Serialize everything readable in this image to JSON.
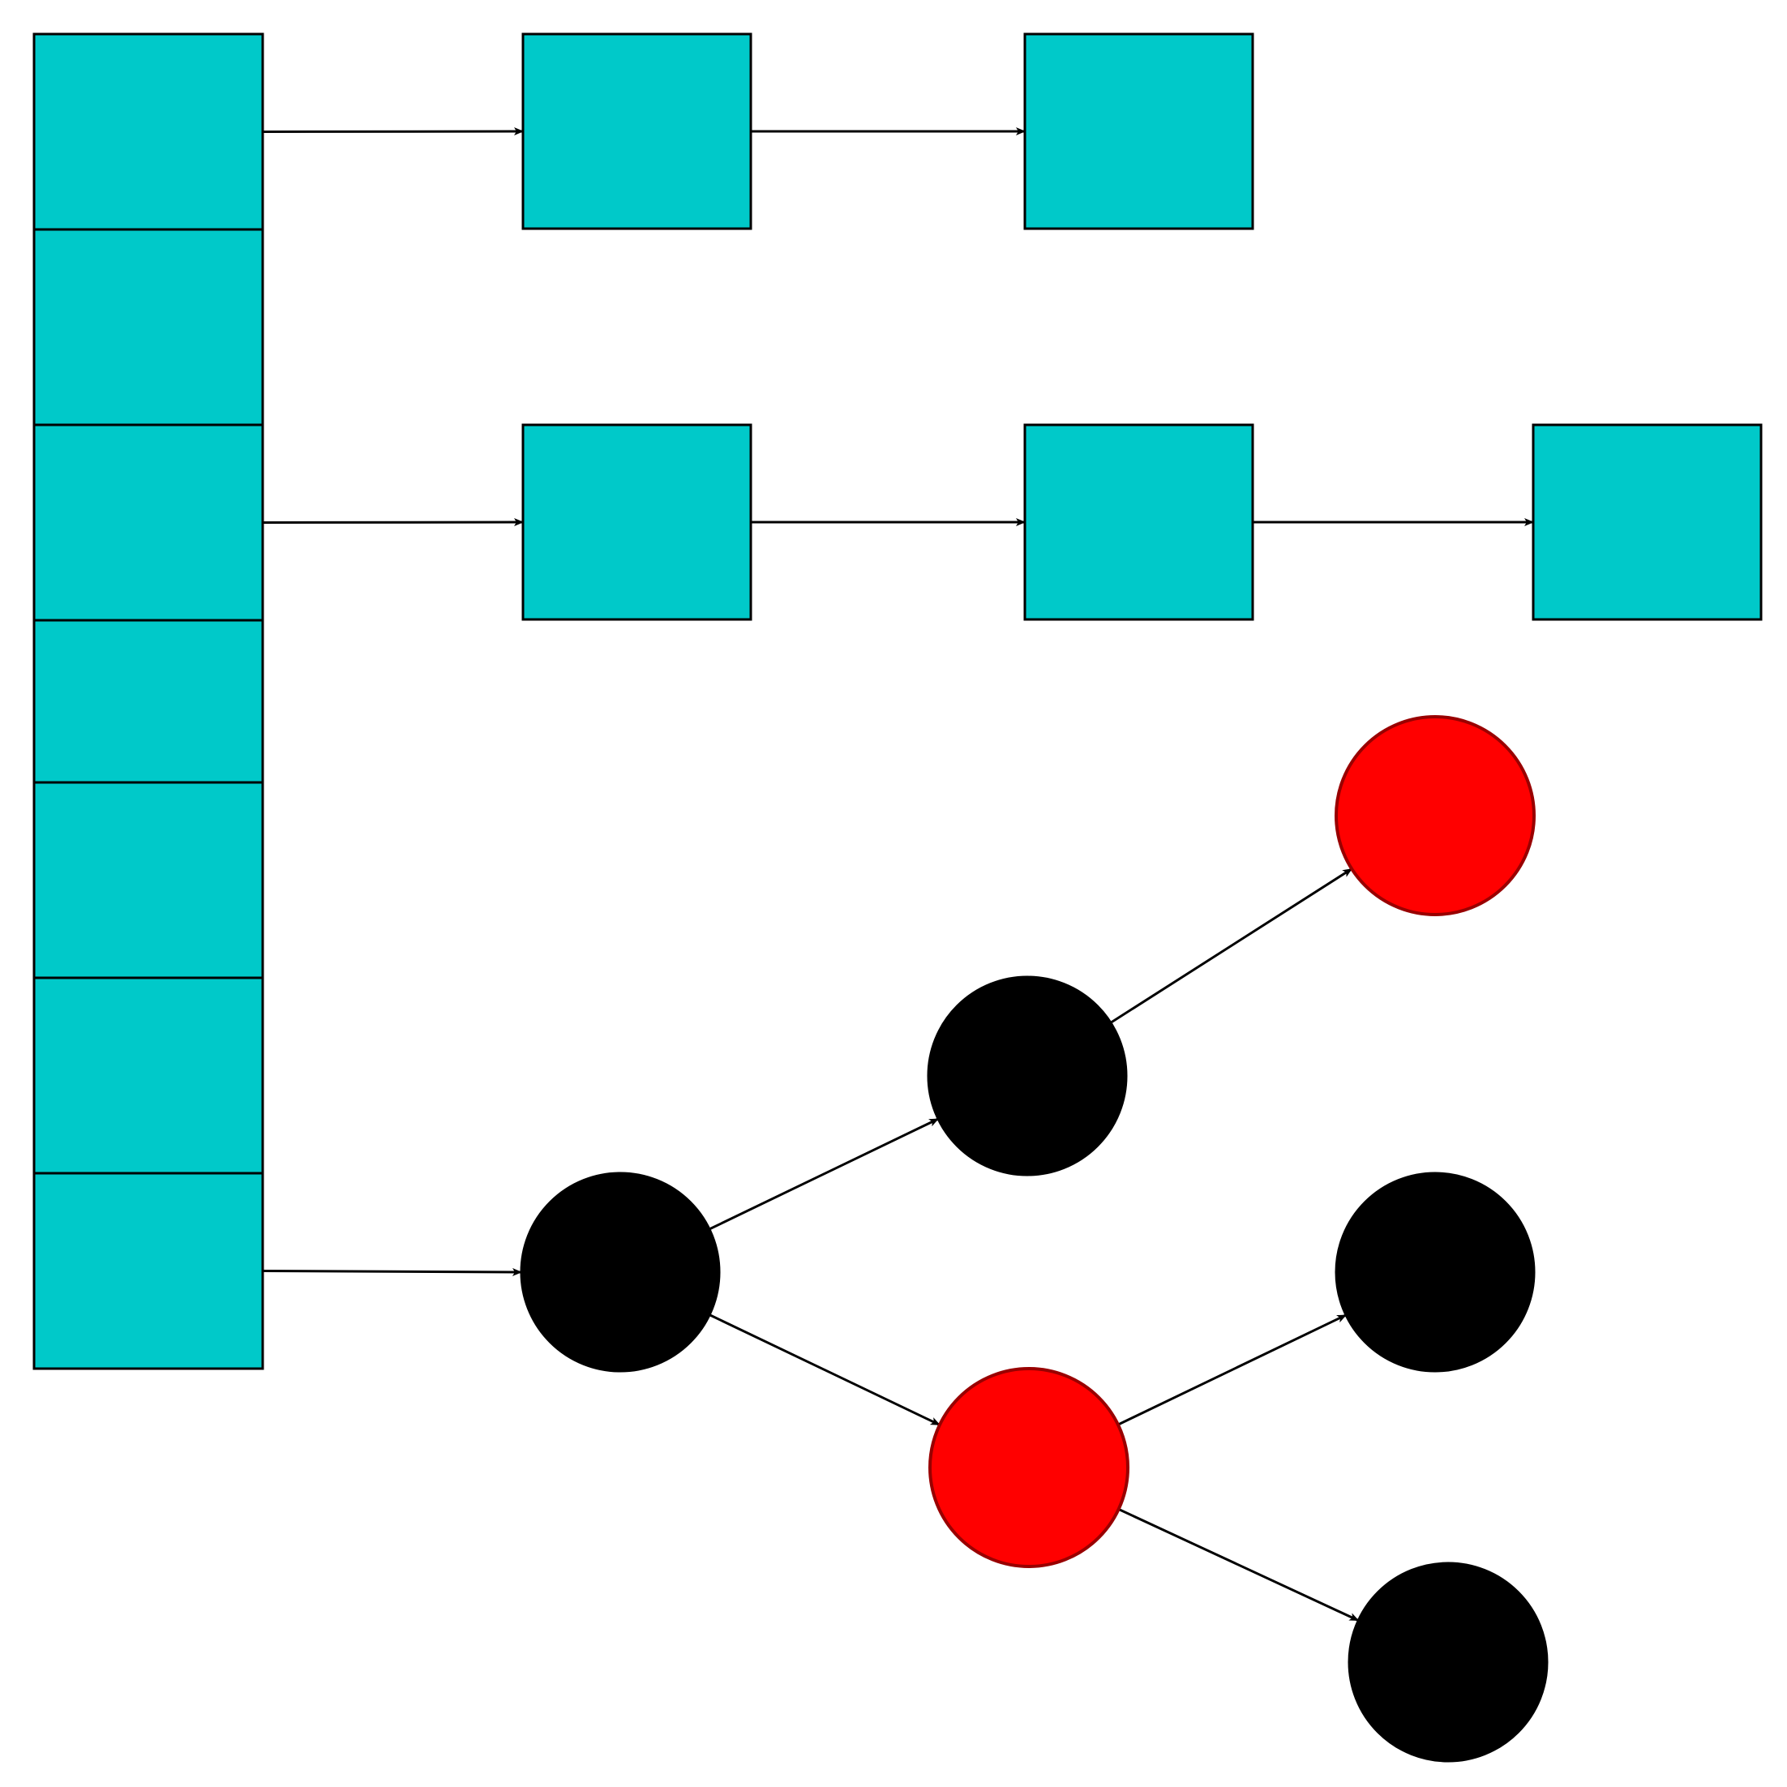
{
  "colors": {
    "background": "#ffffff",
    "bucket_fill": "#00c9c9",
    "list_node_fill": "#00c9c9",
    "stroke": "#000000",
    "tree_black": "#000000",
    "tree_red": "#ff0000",
    "tree_red_stroke": "#990000",
    "edge": "#000000"
  },
  "diagram": {
    "buckets": [
      {
        "id": "b0"
      },
      {
        "id": "b1"
      },
      {
        "id": "b2"
      },
      {
        "id": "b3"
      },
      {
        "id": "b4"
      },
      {
        "id": "b5"
      },
      {
        "id": "b6"
      }
    ],
    "lists": [
      {
        "bucket": "b0",
        "nodes": [
          "l0a",
          "l0b"
        ]
      },
      {
        "bucket": "b2",
        "nodes": [
          "l2a",
          "l2b",
          "l2c"
        ]
      }
    ],
    "tree": {
      "bucket": "b6",
      "nodes": [
        {
          "id": "root",
          "color": "black"
        },
        {
          "id": "n1",
          "color": "black"
        },
        {
          "id": "n2",
          "color": "red"
        },
        {
          "id": "n3",
          "color": "red"
        },
        {
          "id": "n4",
          "color": "black"
        },
        {
          "id": "n5",
          "color": "black"
        }
      ],
      "edges": [
        [
          "root",
          "n1"
        ],
        [
          "root",
          "n2"
        ],
        [
          "n1",
          "n3"
        ],
        [
          "n2",
          "n4"
        ],
        [
          "n2",
          "n5"
        ]
      ]
    }
  }
}
